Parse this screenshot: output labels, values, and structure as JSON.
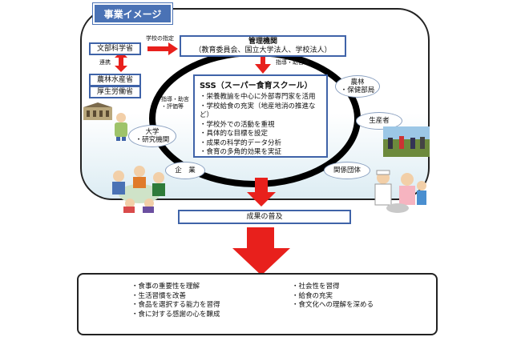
{
  "title": "事業イメージ",
  "ministries": {
    "mext": "文部科学省",
    "maff": "農林水産省",
    "mhlw": "厚生労働省",
    "link_label": "連携",
    "designation_label": "学校の指定"
  },
  "admin": {
    "title": "管理機関",
    "subtitle": "（教育委員会、国立大学法人、学校法人）",
    "guidance_label": "指導・助言等"
  },
  "sss": {
    "title": "SSS（スーパー食育スクール）",
    "items": [
      "・栄養教諭を中心に外部専門家を活用",
      "・学校給食の充実（地産地消の推進な",
      "ど）",
      "・学校外での活動を重視",
      "・具体的な目標を設定",
      "・成果の科学的データ分析",
      "・食育の多角的効果を実証"
    ]
  },
  "partners": {
    "agri_line1": "農林",
    "agri_line2": "・保健部局",
    "producer": "生産者",
    "university_line1": "大学",
    "university_line2": "・研究機関",
    "left_guidance_line1": "指導・助言",
    "left_guidance_line2": "・評価等",
    "company": "企　業",
    "organization": "関係団体"
  },
  "results": {
    "label": "成果の普及",
    "left_items": [
      "・食事の重要性を理解",
      "・生活習慣を改善",
      "・食品を選択する能力を習得",
      "・食に対する感謝の心を醸成"
    ],
    "right_items": [
      "・社会性を習得",
      "・給食の充実",
      "・食文化への理解を深める"
    ]
  },
  "colors": {
    "accent_blue": "#3f63a8",
    "title_bg": "#4a72b5",
    "arrow_red": "#e8201c",
    "oval_black": "#000000"
  }
}
